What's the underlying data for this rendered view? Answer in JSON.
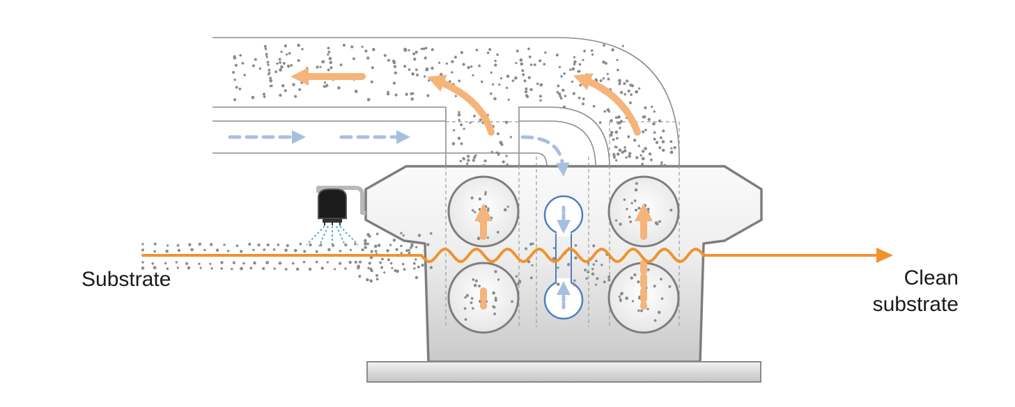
{
  "labels": {
    "input": "Substrate",
    "output_line1": "Clean",
    "output_line2": "substrate"
  },
  "colors": {
    "substrate_line": "#f0922e",
    "dirty_airflow": "#f5b47a",
    "clean_airflow": "#a7bfdf",
    "clean_roller_outline": "#4d7fbf",
    "particles": "#8a8a8a",
    "housing_stroke": "#7d7d7d",
    "duct_stroke": "#8c8c8c",
    "nozzle": "#1b1b1b",
    "spray": "#5aa9dc"
  },
  "icons": {
    "nozzle": "spray-nozzle-icon",
    "roller": "brush-roller-icon"
  }
}
